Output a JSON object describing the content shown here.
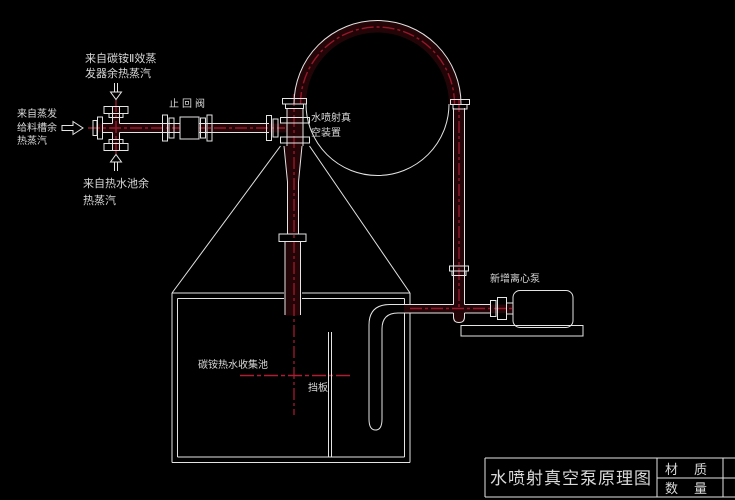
{
  "labels": {
    "top_source": [
      "来自碳铵Ⅱ效蒸",
      "发器余热蒸汽"
    ],
    "left_source": [
      "来自蒸发",
      "给料槽余",
      "热蒸汽"
    ],
    "bottom_source": [
      "来自热水池余",
      "热蒸汽"
    ],
    "check_valve": "止回阀",
    "ejector": [
      "水喷射真",
      "空装置"
    ],
    "pump": "新增离心泵",
    "tank": "碳铵热水收集池",
    "baffle": "挡板"
  },
  "title_block": {
    "title": "水喷射真空泵原理图",
    "material": "材质",
    "quantity": "数量"
  },
  "colors": {
    "background": "#000000",
    "line_white": "#e4e4e4",
    "pipe_fill_dark_red": "#230507",
    "centerline_red": "#97172a",
    "crosshair_red": "#ad1e35",
    "text": "#d8d8d8"
  }
}
